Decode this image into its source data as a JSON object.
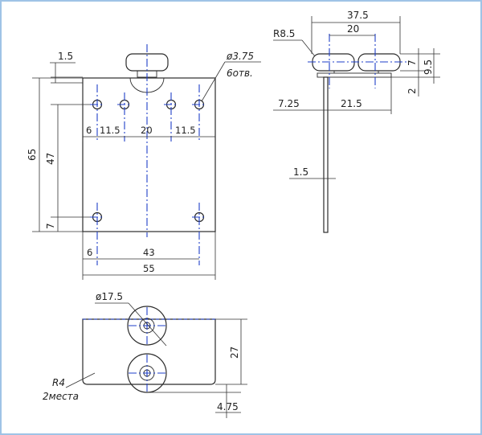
{
  "front_view": {
    "top_offset": "1.5",
    "hole_callout_diameter": "ø3.75",
    "hole_callout_count": "6отв.",
    "dim_6_left": "6",
    "dim_11_5_left": "11.5",
    "dim_20_center": "20",
    "dim_11_5_right": "11.5",
    "dim_height_total": "65",
    "dim_height_inner": "47",
    "dim_bottom_7": "7",
    "dim_bottom_6": "6",
    "dim_bottom_43": "43",
    "dim_width_55": "55"
  },
  "side_view": {
    "dim_37_5": "37.5",
    "dim_20": "20",
    "radius_label": "R8.5",
    "dim_7": "7",
    "dim_9_5": "9.5",
    "dim_2": "2",
    "dim_7_25": "7.25",
    "dim_21_5": "21.5",
    "dim_1_5": "1.5"
  },
  "bottom_view": {
    "diameter_label": "ø17.5",
    "dim_27": "27",
    "dim_4_75": "4.75",
    "radius_label": "R4",
    "radius_note": "2места"
  }
}
